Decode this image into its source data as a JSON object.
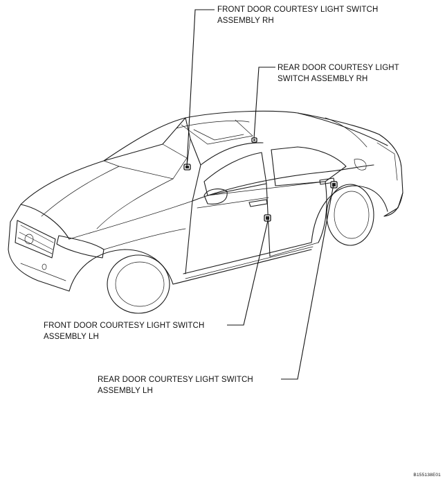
{
  "labels": {
    "front_rh": {
      "line1": "FRONT DOOR COURTESY LIGHT SWITCH",
      "line2": "ASSEMBLY RH"
    },
    "rear_rh": {
      "line1": "REAR DOOR COURTESY LIGHT",
      "line2": "SWITCH ASSEMBLY RH"
    },
    "front_lh": {
      "line1": "FRONT DOOR COURTESY LIGHT SWITCH",
      "line2": "ASSEMBLY LH"
    },
    "rear_lh": {
      "line1": "REAR DOOR COURTESY LIGHT SWITCH",
      "line2": "ASSEMBLY LH"
    }
  },
  "figure_code": "B155138E01"
}
